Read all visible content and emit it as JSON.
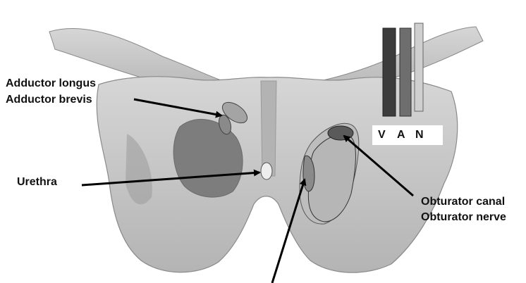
{
  "labels": {
    "adductor_longus": "Adductor longus",
    "adductor_brevis": "Adductor brevis",
    "urethra": "Urethra",
    "obturator_canal": "Obturator canal",
    "obturator_nerve": "Obturator nerve"
  },
  "van_legend": {
    "v": "V",
    "a": "A",
    "n": "N",
    "colors": {
      "v": "#3c3c3c",
      "a": "#6e6e6e",
      "n": "#cfcfcf"
    }
  },
  "colors": {
    "bone": "#c9c9c9",
    "bone_shadow": "#8f8f8f",
    "structure_fill": "#a8a8a8",
    "canal_fill": "#5f5f5f",
    "arrow": "#000000"
  }
}
